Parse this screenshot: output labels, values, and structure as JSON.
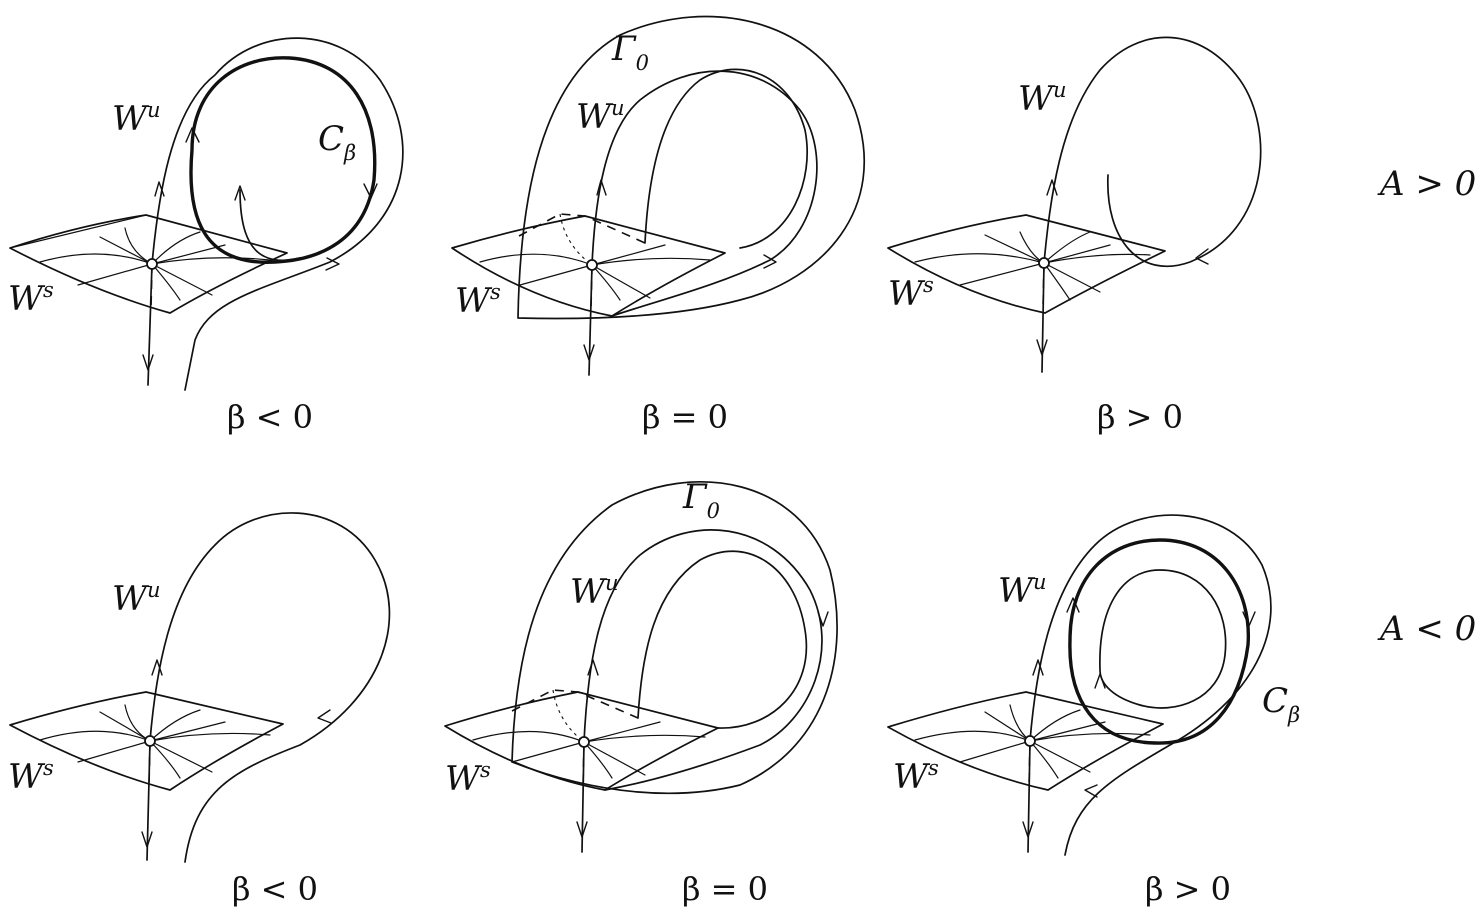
{
  "rows": [
    {
      "condition": "A > 0",
      "panels": [
        {
          "caption": "β < 0",
          "unstable": "W",
          "unstable_sup": "u",
          "stable": "W",
          "stable_sup": "s",
          "cycle": "C",
          "cycle_sub": "β"
        },
        {
          "caption": "β = 0",
          "unstable": "W",
          "unstable_sup": "u",
          "stable": "W",
          "stable_sup": "s",
          "orbit": "Γ",
          "orbit_sub": "0"
        },
        {
          "caption": "β > 0",
          "unstable": "W",
          "unstable_sup": "u",
          "stable": "W",
          "stable_sup": "s"
        }
      ]
    },
    {
      "condition": "A < 0",
      "panels": [
        {
          "caption": "β < 0",
          "unstable": "W",
          "unstable_sup": "u",
          "stable": "W",
          "stable_sup": "s"
        },
        {
          "caption": "β = 0",
          "unstable": "W",
          "unstable_sup": "u",
          "stable": "W",
          "stable_sup": "s",
          "orbit": "Γ",
          "orbit_sub": "0"
        },
        {
          "caption": "β > 0",
          "unstable": "W",
          "unstable_sup": "u",
          "stable": "W",
          "stable_sup": "s",
          "cycle": "C",
          "cycle_sub": "β"
        }
      ]
    }
  ]
}
